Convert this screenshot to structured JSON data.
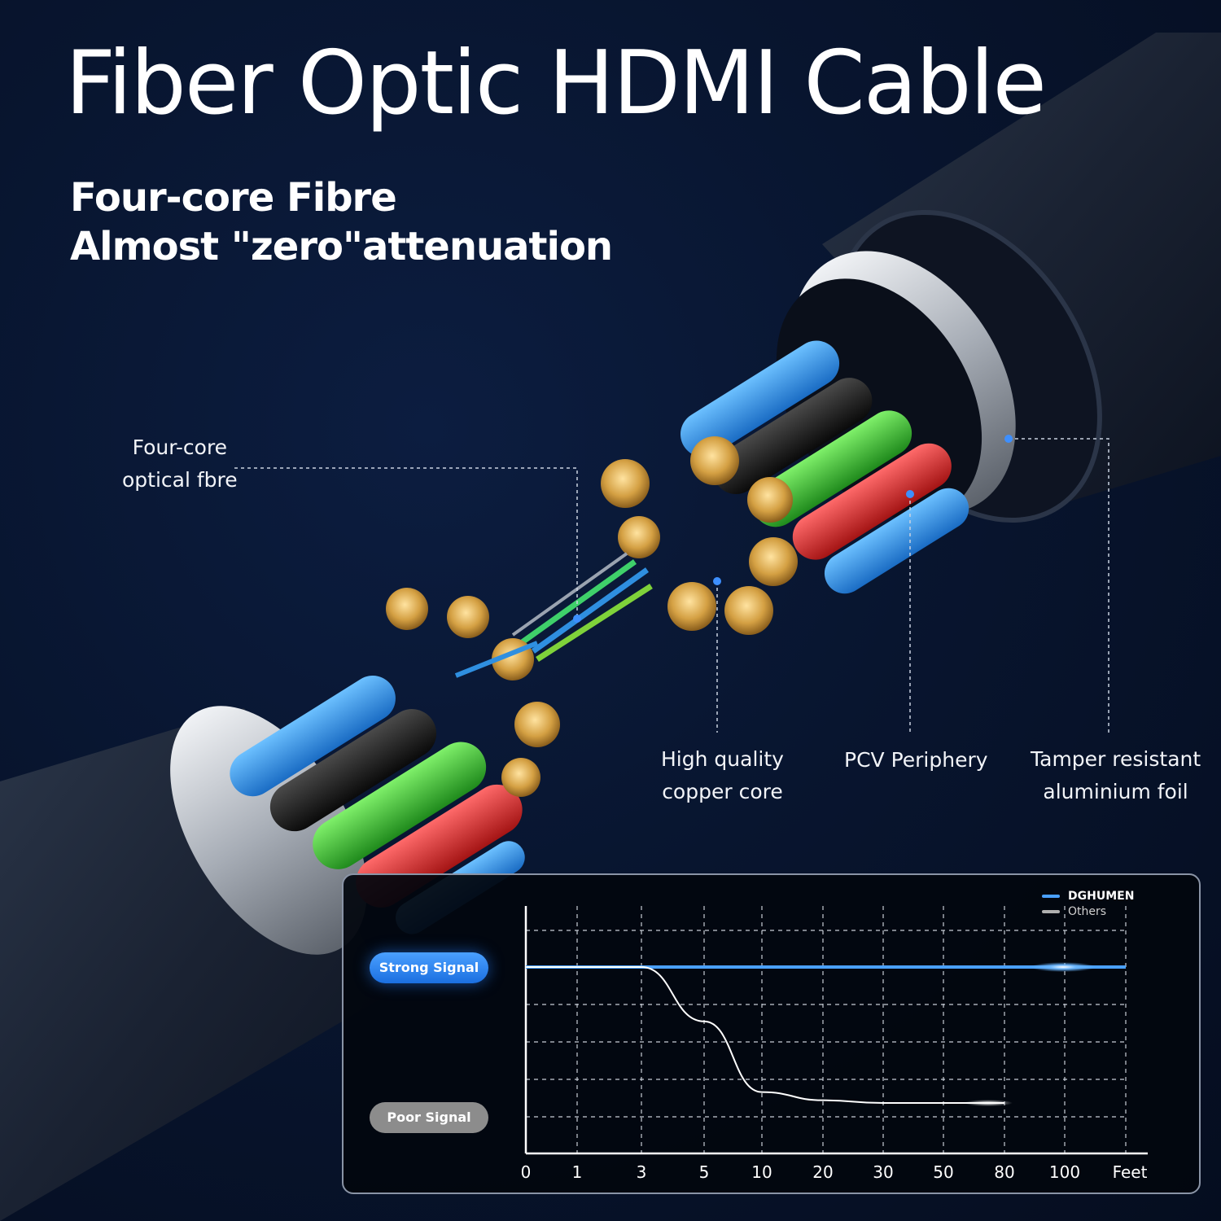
{
  "title": "Fiber Optic HDMI Cable",
  "subtitle": {
    "line1": "Four-core Fibre",
    "line2": "Almost \"zero\"attenuation"
  },
  "callouts": {
    "optical_fibre": {
      "line1": "Four-core",
      "line2": "optical fbre"
    },
    "copper_core": {
      "line1": "High quality",
      "line2": "copper core"
    },
    "periphery": {
      "line1": "PCV Periphery"
    },
    "foil": {
      "line1": "Tamper resistant",
      "line2": "aluminium foil"
    }
  },
  "colors": {
    "accent_blue": "#3d8fff",
    "wire_blue": "#2f8fe0",
    "wire_green": "#3fbf3a",
    "wire_red": "#e02a2a",
    "wire_black": "#151515",
    "copper": "#d9a94a",
    "jacket": "#1a2435",
    "foil": "#c8ccd2"
  },
  "chart_data": {
    "type": "line",
    "categories": [
      "0",
      "1",
      "3",
      "5",
      "10",
      "20",
      "30",
      "50",
      "80",
      "100"
    ],
    "x_unit_label": "Feet",
    "y_levels": {
      "top": "Strong Signal",
      "bottom": "Poor Signal"
    },
    "series": [
      {
        "name": "DGHUMEN",
        "color": "#4aa0ff",
        "values": [
          1,
          1,
          1,
          1,
          1,
          1,
          1,
          1,
          1,
          1
        ]
      },
      {
        "name": "Others",
        "color": "#b0b0b0",
        "values": [
          1,
          1,
          1,
          0.6,
          0.08,
          0.02,
          0.0,
          0.0,
          0.0,
          null
        ]
      }
    ],
    "grid": true,
    "legend": "top-right"
  }
}
